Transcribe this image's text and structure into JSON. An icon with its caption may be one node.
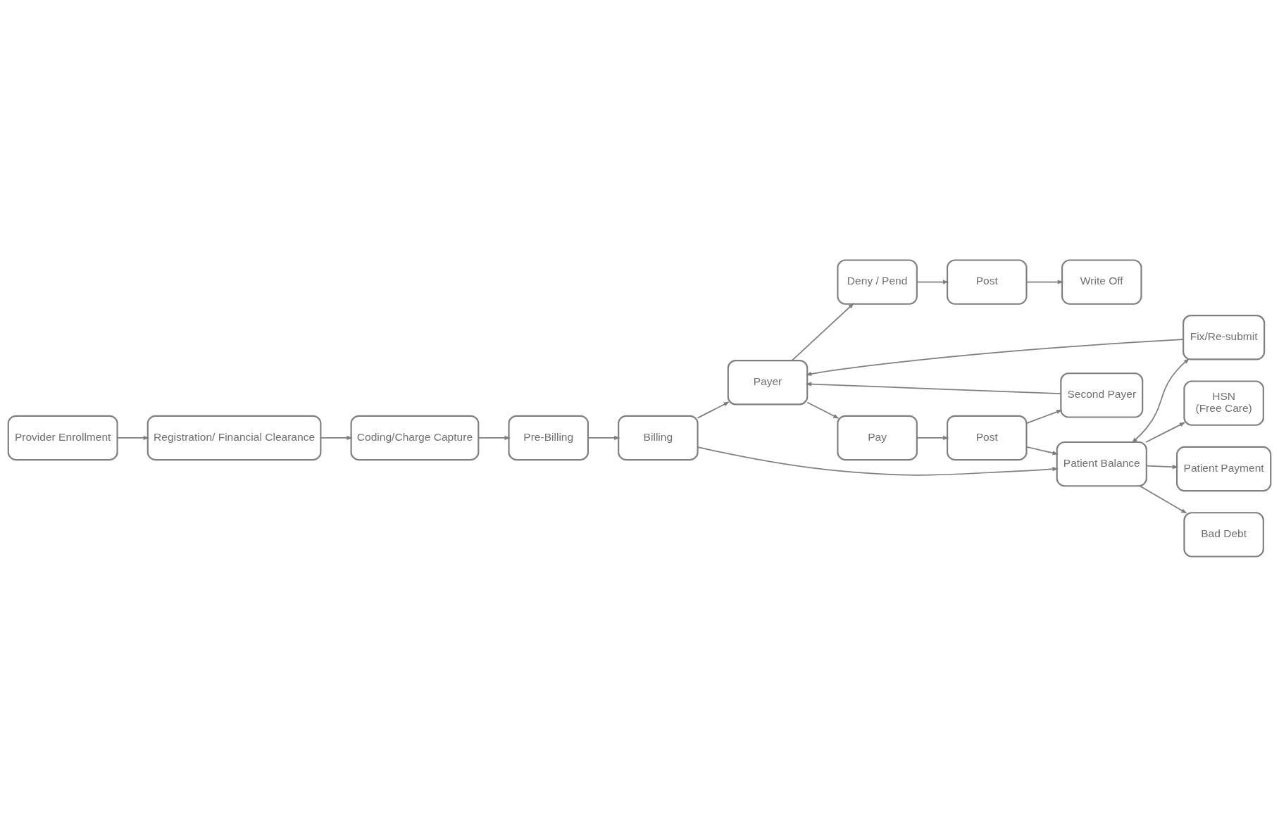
{
  "diagram": {
    "nodes": [
      {
        "text": [
          "Provider Enrollment"
        ]
      },
      {
        "text": [
          "Registration/ Financial Clearance"
        ]
      },
      {
        "text": [
          "Coding/Charge Capture"
        ]
      },
      {
        "text": [
          "Pre-Billing"
        ]
      },
      {
        "text": [
          "Billing"
        ]
      },
      {
        "text": [
          "Payer"
        ]
      },
      {
        "text": [
          "Fix/Re-submit"
        ]
      },
      {
        "text": [
          "Deny / Pend"
        ]
      },
      {
        "text": [
          "Post"
        ]
      },
      {
        "text": [
          "Write Off"
        ]
      },
      {
        "text": [
          "Patient Payment"
        ]
      },
      {
        "text": [
          "Pay"
        ]
      },
      {
        "text": [
          "Post"
        ]
      },
      {
        "text": [
          "Patient Balance"
        ]
      },
      {
        "text": [
          "Bad Debt"
        ]
      },
      {
        "text": [
          "Second Payer"
        ]
      },
      {
        "text": [
          "HSN",
          "(Free Care)"
        ]
      }
    ],
    "edges": [
      {
        "from": 0,
        "to": 1,
        "arrow": "to"
      },
      {
        "from": 1,
        "to": 2,
        "arrow": "to"
      },
      {
        "from": 2,
        "to": 3,
        "arrow": "to"
      },
      {
        "from": 3,
        "to": 4,
        "arrow": "to"
      },
      {
        "from": 4,
        "to": 5,
        "arrow": "to"
      },
      {
        "from": 5,
        "to": 7,
        "arrow": "to"
      },
      {
        "from": 5,
        "to": 11,
        "arrow": "to"
      },
      {
        "from": 7,
        "to": 8,
        "arrow": "to"
      },
      {
        "from": 8,
        "to": 9,
        "arrow": "to"
      },
      {
        "from": 6,
        "to": 5,
        "arrow": "to"
      },
      {
        "from": 11,
        "to": 12,
        "arrow": "to"
      },
      {
        "from": 12,
        "to": 13,
        "arrow": "to"
      },
      {
        "from": 12,
        "to": 15,
        "arrow": "to"
      },
      {
        "from": 15,
        "to": 5,
        "arrow": "to"
      },
      {
        "from": 4,
        "to": 13,
        "arrow": "to"
      },
      {
        "from": 13,
        "to": 6,
        "arrow": "both"
      },
      {
        "from": 13,
        "to": 10,
        "arrow": "to"
      },
      {
        "from": 13,
        "to": 14,
        "arrow": "to"
      },
      {
        "from": 13,
        "to": 16,
        "arrow": "to"
      }
    ]
  }
}
